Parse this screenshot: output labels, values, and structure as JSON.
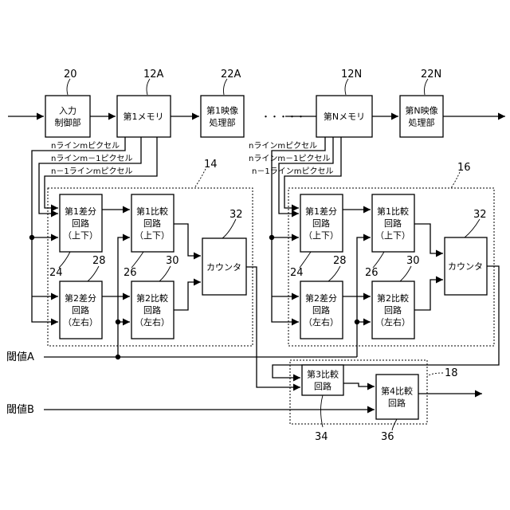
{
  "blocks": {
    "input_control": [
      "入力",
      "制御部"
    ],
    "memory_1": [
      "第1メモリ"
    ],
    "video_1": [
      "第1映像",
      "処理部"
    ],
    "memory_n": [
      "第Nメモリ"
    ],
    "video_n": [
      "第N映像",
      "処理部"
    ],
    "diff1_left": [
      "第1差分",
      "回路",
      "（上下）"
    ],
    "diff2_left": [
      "第2差分",
      "回路",
      "（左右）"
    ],
    "cmp1_left": [
      "第1比較",
      "回路",
      "（上下）"
    ],
    "cmp2_left": [
      "第2比較",
      "回路",
      "（左右）"
    ],
    "counter_left": [
      "カウンタ"
    ],
    "diff1_right": [
      "第1差分",
      "回路",
      "（上下）"
    ],
    "diff2_right": [
      "第2差分",
      "回路",
      "（左右）"
    ],
    "cmp1_right": [
      "第1比較",
      "回路",
      "（上下）"
    ],
    "cmp2_right": [
      "第2比較",
      "回路",
      "（左右）"
    ],
    "counter_right": [
      "カウンタ"
    ],
    "cmp3": [
      "第3比較",
      "回路"
    ],
    "cmp4": [
      "第4比較",
      "回路"
    ]
  },
  "signals": {
    "line_n_m": "nラインmピクセル",
    "line_n_m1": "nラインm－1ピクセル",
    "line_n1_m": "n－1ラインmピクセル",
    "threshold_a": "閾値A",
    "threshold_b": "閾値B",
    "ellipsis": "・・・・・"
  },
  "refs": {
    "r20": "20",
    "r12a": "12A",
    "r22a": "22A",
    "r12n": "12N",
    "r22n": "22N",
    "r14": "14",
    "r16": "16",
    "r18": "18",
    "r24l": "24",
    "r28l": "28",
    "r26l": "26",
    "r30l": "30",
    "r32l": "32",
    "r24r": "24",
    "r28r": "28",
    "r26r": "26",
    "r30r": "30",
    "r32r": "32",
    "r34": "34",
    "r36": "36"
  }
}
